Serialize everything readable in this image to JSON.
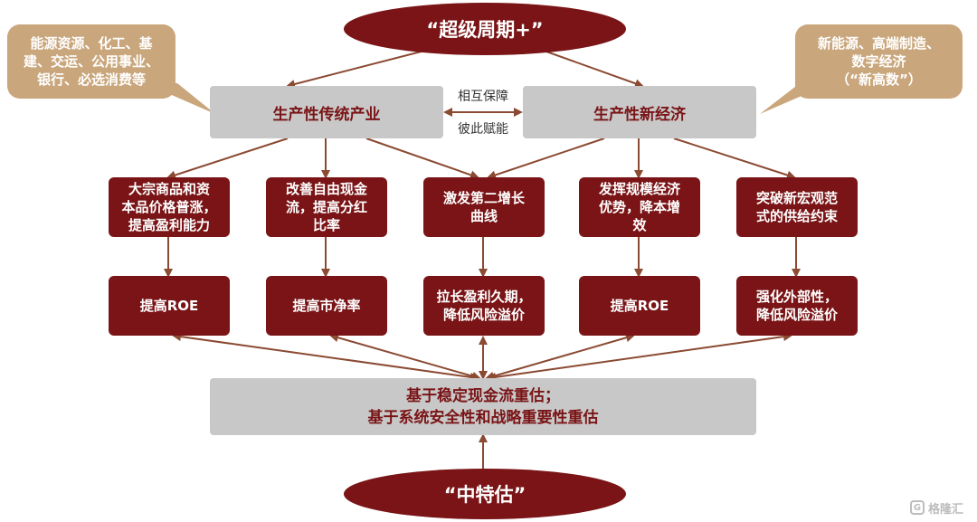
{
  "top_ellipse": "“超级周期+”",
  "bottom_ellipse": "“中特估”",
  "left_callout": "能源资源、化工、基\n建、交运、公用事业、\n银行、必选消费等",
  "right_callout": "新能源、高端制造、\n数字经济\n（“新高数”）",
  "left_grey": "生产性传统产业",
  "right_grey": "生产性新经济",
  "mid_top": "相互保障",
  "mid_bottom": "彼此赋能",
  "row1": [
    "大宗商品和资\n本品价格普涨，\n提高盈利能力",
    "改善自由现金\n流，提高分红\n比率",
    "激发第二增长\n曲线",
    "发挥规模经济\n优势，降本增\n效",
    "突破新宏观范\n式的供给约束"
  ],
  "row2": [
    "提高ROE",
    "提高市净率",
    "拉长盈利久期，\n降低风险溢价",
    "提高ROE",
    "强化外部性，\n降低风险溢价"
  ],
  "bottom_grey": "基于稳定现金流重估；\n基于系统安全性和战略重要性重估",
  "watermark": "格隆汇",
  "colors": {
    "dark_red": "#7a1416",
    "grey": "#c8c8c8",
    "tan": "#c9a67c",
    "arrow": "#8b4a32"
  }
}
